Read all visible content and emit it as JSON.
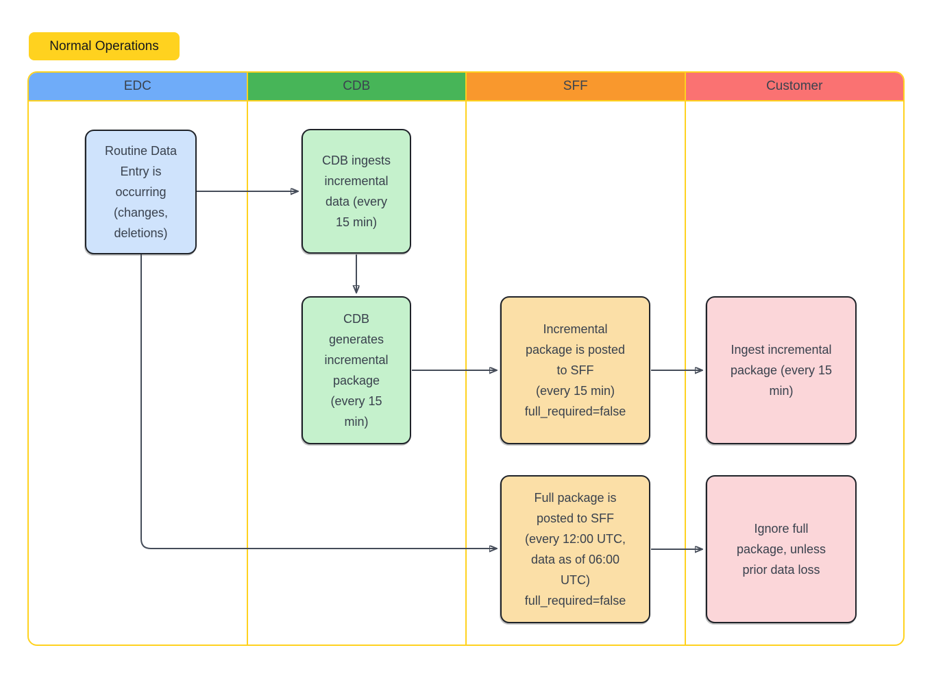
{
  "title": {
    "label": "Normal Operations"
  },
  "colors": {
    "accent_yellow": "#FFD21F",
    "lane_edc": "#6FACF9",
    "lane_cdb": "#47B558",
    "lane_sff": "#F9982D",
    "lane_customer": "#FA7272",
    "node_blue": "#CFE3FC",
    "node_green": "#C5F1CC",
    "node_orange": "#FBDFA7",
    "node_pink": "#FBD6D9",
    "connector": "#454c59",
    "text": "#3b434f"
  },
  "lanes": [
    {
      "id": "edc",
      "label": "EDC"
    },
    {
      "id": "cdb",
      "label": "CDB"
    },
    {
      "id": "sff",
      "label": "SFF"
    },
    {
      "id": "customer",
      "label": "Customer"
    }
  ],
  "nodes": [
    {
      "id": "routine-data-entry",
      "lane": "edc",
      "fill": "blue",
      "text": "Routine Data\nEntry is\noccurring\n(changes,\ndeletions)"
    },
    {
      "id": "cdb-ingests",
      "lane": "cdb",
      "fill": "green",
      "text": "CDB ingests\nincremental\ndata (every\n15 min)"
    },
    {
      "id": "cdb-generates",
      "lane": "cdb",
      "fill": "green",
      "text": "CDB\ngenerates\nincremental\npackage\n(every 15\nmin)"
    },
    {
      "id": "incremental-posted",
      "lane": "sff",
      "fill": "orange",
      "text": "Incremental\npackage is posted\nto SFF\n(every 15 min)\nfull_required=false"
    },
    {
      "id": "ingest-incremental",
      "lane": "customer",
      "fill": "pink",
      "text": "Ingest incremental\npackage (every 15\nmin)"
    },
    {
      "id": "full-posted",
      "lane": "sff",
      "fill": "orange",
      "text": "Full package is\nposted to SFF\n(every 12:00 UTC,\ndata as of 06:00\nUTC)\nfull_required=false"
    },
    {
      "id": "ignore-full",
      "lane": "customer",
      "fill": "pink",
      "text": "Ignore full\npackage, unless\nprior data loss"
    }
  ],
  "edges": [
    {
      "from": "routine-data-entry",
      "to": "cdb-ingests"
    },
    {
      "from": "cdb-ingests",
      "to": "cdb-generates"
    },
    {
      "from": "cdb-generates",
      "to": "incremental-posted"
    },
    {
      "from": "incremental-posted",
      "to": "ingest-incremental"
    },
    {
      "from": "routine-data-entry",
      "to": "full-posted"
    },
    {
      "from": "full-posted",
      "to": "ignore-full"
    }
  ]
}
